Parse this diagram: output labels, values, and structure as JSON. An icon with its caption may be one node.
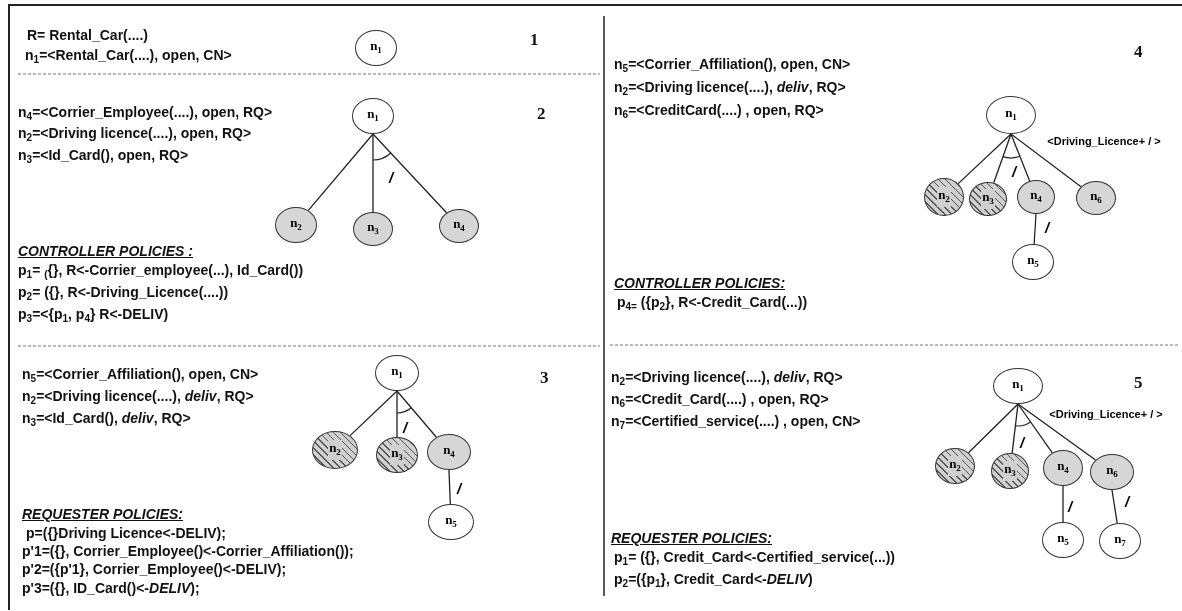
{
  "diagram": {
    "nodes": [
      {
        "text": [
          "n$_{1}$"
        ]
      },
      {
        "text": [
          "n$_{1}$"
        ]
      },
      {
        "text": [
          "n$_{2}$"
        ]
      },
      {
        "text": [
          "n$_{3}$"
        ]
      },
      {
        "text": [
          "n$_{4}$"
        ]
      },
      {
        "text": [
          "n$_{1}$"
        ]
      },
      {
        "text": [
          "n$_{2}$"
        ]
      },
      {
        "text": [
          "n$_{3}$"
        ]
      },
      {
        "text": [
          "n$_{4}$"
        ]
      },
      {
        "text": [
          "n$_{5}$"
        ]
      },
      {
        "text": [
          "n$_{1}$"
        ]
      },
      {
        "text": [
          "n$_{2}$"
        ]
      },
      {
        "text": [
          "n$_{3}$"
        ]
      },
      {
        "text": [
          "n$_{4}$"
        ]
      },
      {
        "text": [
          "n$_{6}$"
        ]
      },
      {
        "text": [
          "n$_{5}$"
        ]
      },
      {
        "text": [
          "n$_{1}$"
        ]
      },
      {
        "text": [
          "n$_{2}$"
        ]
      },
      {
        "text": [
          "n$_{3}$"
        ]
      },
      {
        "text": [
          "n$_{4}$"
        ]
      },
      {
        "text": [
          "n$_{6}$"
        ]
      },
      {
        "text": [
          "n$_{5}$"
        ]
      },
      {
        "text": [
          "n$_{7}$"
        ]
      }
    ],
    "edges": [
      {
        "from": 1,
        "to": 2,
        "arrow": "none"
      },
      {
        "from": 1,
        "to": 3,
        "arrow": "none",
        "label": "/"
      },
      {
        "from": 1,
        "to": 4,
        "arrow": "none"
      },
      {
        "from": 5,
        "to": 6,
        "arrow": "none"
      },
      {
        "from": 5,
        "to": 7,
        "arrow": "none",
        "label": "/"
      },
      {
        "from": 5,
        "to": 8,
        "arrow": "none"
      },
      {
        "from": 8,
        "to": 9,
        "arrow": "none",
        "label": "/"
      },
      {
        "from": 10,
        "to": 11,
        "arrow": "none"
      },
      {
        "from": 10,
        "to": 12,
        "arrow": "none",
        "label": "/"
      },
      {
        "from": 10,
        "to": 13,
        "arrow": "none"
      },
      {
        "from": 10,
        "to": 14,
        "arrow": "none",
        "label": "<Driving_Licence+ / >"
      },
      {
        "from": 13,
        "to": 15,
        "arrow": "none",
        "label": "/"
      },
      {
        "from": 16,
        "to": 17,
        "arrow": "none"
      },
      {
        "from": 16,
        "to": 18,
        "arrow": "none",
        "label": "/"
      },
      {
        "from": 16,
        "to": 19,
        "arrow": "none"
      },
      {
        "from": 16,
        "to": 20,
        "arrow": "none",
        "label": "<Driving_Licence+ / >"
      },
      {
        "from": 19,
        "to": 21,
        "arrow": "none",
        "label": "/"
      },
      {
        "from": 20,
        "to": 22,
        "arrow": "none",
        "label": "/"
      }
    ],
    "labels": [
      "R= Rental_Car(....)",
      "n$_{1}$=<Rental_Car(....), open, CN>",
      "1",
      "n$_{4}$=<Corrier_Employee(....), open, RQ>",
      "n$_{2}$=<Driving licence(....), open, RQ>",
      "n$_{3}$=<Id_Card(), open, RQ>",
      "2",
      "CONTROLLER POLICIES :",
      "p$_{1}$= $_{(}${}, R<-Corrier_employee(...), Id_Card())",
      "p$_{2}$= ({}, R<-Driving_Licence(....))",
      "p$_{3}$=<{p$_{1}$, p$_{4}$}   R<-DELIV)",
      "n$_{5}$=<Corrier_Affiliation(), open, CN>",
      "n$_{2}$=<Driving licence(....), *deliv*, RQ>",
      "n$_{3}$=<Id_Card(), *deliv*, RQ>",
      "3",
      "REQUESTER POLICIES:",
      "p=({}Driving Licence<-DELIV);",
      "p'1=({}, Corrier_Employee()<-Corrier_Affiliation());",
      "p'2=({p'1}, Corrier_Employee()<-DELIV);",
      "p'3=({}, ID_Card()<-*DELIV*);",
      "n$_{5}$=<Corrier_Affiliation(), open, CN>",
      "n$_{2}$=<Driving licence(....), *deliv*, RQ>",
      "n$_{6}$=<CreditCard(....) , open, RQ>",
      "4",
      "CONTROLLER  POLICIES:",
      "p$_{4=}$ ({p$_{2}$}, R<-Credit_Card(...))",
      "n$_{2}$=<Driving licence(....), *deliv*, RQ>",
      "n$_{6}$=<Credit_Card(....) , open, RQ>",
      "n$_{7}$=<Certified_service(....) , open, CN>",
      "5",
      "REQUESTER  POLICIES:",
      "p$_{1}$= ({}, Credit_Card<-Certified_service(...))",
      "p$_{2}$=({p$_{1}$}, Credit_Card<-*DELIV*)"
    ]
  }
}
